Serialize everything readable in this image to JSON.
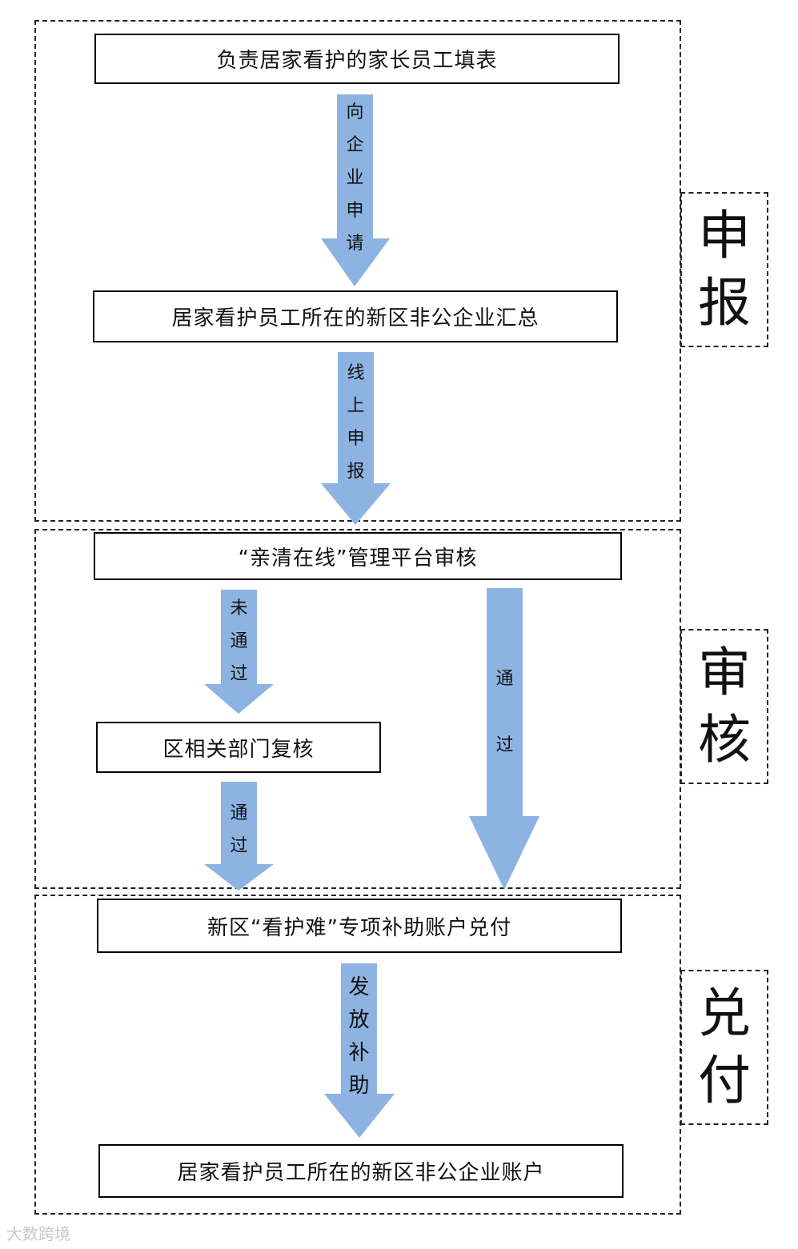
{
  "sections": {
    "declare": {
      "tag": [
        "申",
        "报"
      ]
    },
    "review": {
      "tag": [
        "审",
        "核"
      ]
    },
    "pay": {
      "tag": [
        "兑",
        "付"
      ]
    }
  },
  "boxes": {
    "fill_form": "负责居家看护的家长员工填表",
    "company_summary": "居家看护员工所在的新区非公企业汇总",
    "platform_review": "“亲清在线”管理平台审核",
    "dept_recheck": "区相关部门复核",
    "subsidy_account": "新区“看护难”专项补助账户兑付",
    "company_account": "居家看护员工所在的新区非公企业账户"
  },
  "arrows": {
    "apply_to_company": [
      "向",
      "企",
      "业",
      "申",
      "请"
    ],
    "online_declare": [
      "线",
      "上",
      "申",
      "报"
    ],
    "not_passed": [
      "未",
      "通",
      "过"
    ],
    "passed_recheck": [
      "通",
      "过"
    ],
    "passed_direct": [
      "通",
      "过"
    ],
    "issue_subsidy": [
      "发",
      "放",
      "补",
      "助"
    ]
  },
  "colors": {
    "arrow": "#8db3e2",
    "border": "#000000"
  },
  "watermark": "大数跨境"
}
